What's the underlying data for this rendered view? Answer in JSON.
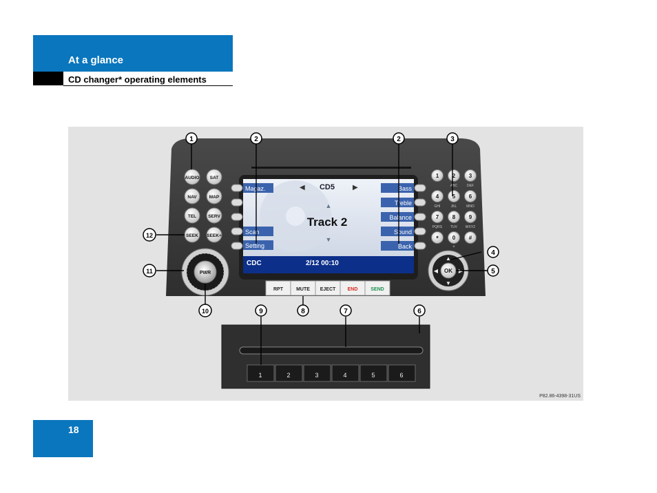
{
  "header": {
    "section": "At a glance",
    "subsection": "CD changer* operating elements"
  },
  "page": {
    "number": "18"
  },
  "figure": {
    "code": "P82.86-4398-31US",
    "callouts": [
      "1",
      "2",
      "2",
      "3",
      "4",
      "5",
      "6",
      "7",
      "8",
      "9",
      "10",
      "11",
      "12"
    ],
    "left_buttons": [
      "AUDIO",
      "SAT",
      "NAV",
      "MAP",
      "TEL",
      "SERV",
      "SEEK",
      "SEEK+"
    ],
    "knob_label": "PWR",
    "screen": {
      "cd": "CD5",
      "track": "Track 2",
      "status_left": "CDC",
      "status_right": "2/12  00:10",
      "soft_left": [
        "Magaz.",
        "",
        "",
        "Scan",
        "Setting"
      ],
      "soft_right": [
        "Bass",
        "Treble",
        "Balance",
        "Sound",
        "Back"
      ]
    },
    "keypad": [
      {
        "key": "1",
        "sub": ""
      },
      {
        "key": "2",
        "sub": "ABC"
      },
      {
        "key": "3",
        "sub": "DEF"
      },
      {
        "key": "4",
        "sub": "GHI"
      },
      {
        "key": "5",
        "sub": "JKL"
      },
      {
        "key": "6",
        "sub": "MNO"
      },
      {
        "key": "7",
        "sub": "PQRS"
      },
      {
        "key": "8",
        "sub": "TUV"
      },
      {
        "key": "9",
        "sub": "WXYZ"
      },
      {
        "key": "*",
        "sub": ""
      },
      {
        "key": "0",
        "sub": "+"
      },
      {
        "key": "#",
        "sub": ""
      }
    ],
    "ok_label": "OK",
    "bottom_buttons": [
      {
        "label": "RPT",
        "color": "#222222"
      },
      {
        "label": "MUTE",
        "color": "#222222"
      },
      {
        "label": "EJECT",
        "color": "#222222"
      },
      {
        "label": "END",
        "color": "#d8281e"
      },
      {
        "label": "SEND",
        "color": "#1a8f4e"
      }
    ],
    "changer_buttons": [
      "1",
      "2",
      "3",
      "4",
      "5",
      "6"
    ]
  }
}
